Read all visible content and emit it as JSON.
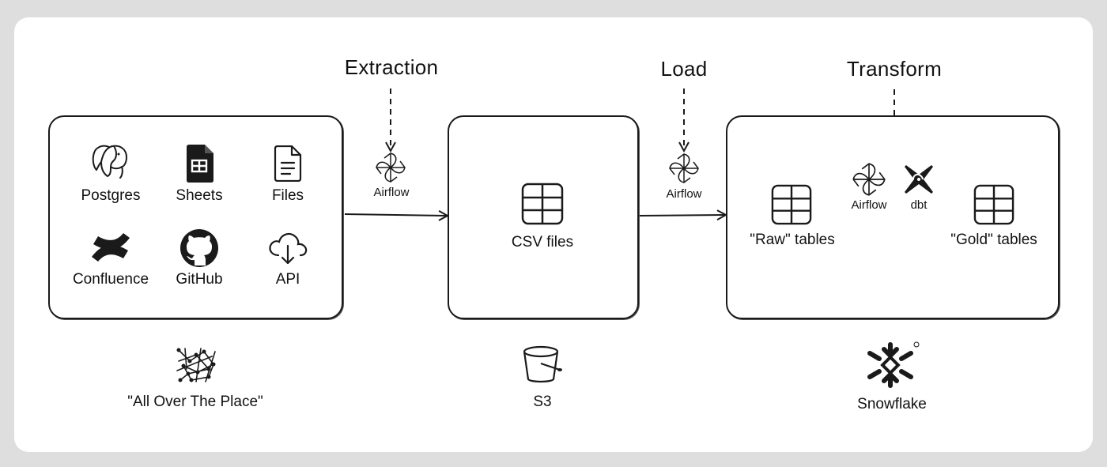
{
  "stages": {
    "extraction": "Extraction",
    "load": "Load",
    "transform": "Transform"
  },
  "sources": {
    "items": [
      {
        "label": "Postgres",
        "icon": "postgres-elephant-icon"
      },
      {
        "label": "Sheets",
        "icon": "google-sheets-icon"
      },
      {
        "label": "Files",
        "icon": "file-icon"
      },
      {
        "label": "Confluence",
        "icon": "confluence-icon"
      },
      {
        "label": "GitHub",
        "icon": "github-icon"
      },
      {
        "label": "API",
        "icon": "cloud-download-icon"
      }
    ],
    "caption": "\"All Over The Place\""
  },
  "orchestrators": {
    "extraction_tool": "Airflow",
    "load_tool": "Airflow",
    "transform_tool": "Airflow",
    "transform_dbt": "dbt"
  },
  "staging": {
    "table_label": "CSV files",
    "caption": "S3"
  },
  "warehouse": {
    "raw_label": "\"Raw\" tables",
    "gold_label": "\"Gold\" tables",
    "caption": "Snowflake"
  }
}
